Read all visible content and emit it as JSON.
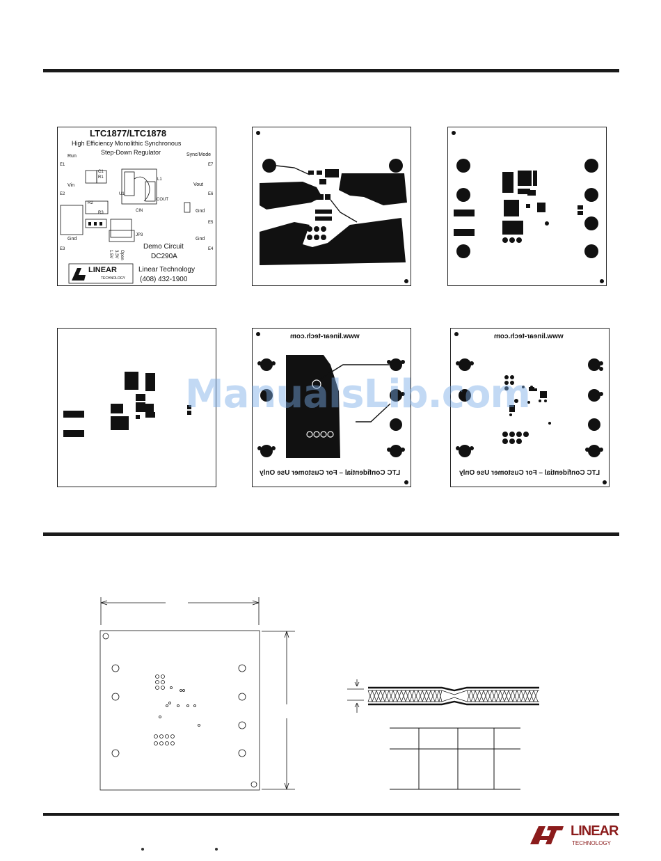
{
  "assembly": {
    "title": "LTC1877/LTC1878",
    "subtitle_line1": "High Efficiency Monolithic Synchronous",
    "subtitle_line2": "Step-Down Regulator",
    "labels": {
      "run": "Run",
      "sync_mode": "Sync/Mode",
      "e1": "E1",
      "e7": "E7",
      "vin": "Vin",
      "vout": "Vout",
      "e2": "E2",
      "e6": "E6",
      "gnd_left": "Gnd",
      "gnd_right1": "Gnd",
      "gnd_right2": "Gnd",
      "e3": "E3",
      "e4": "E4",
      "e5": "E5",
      "c1": "C1",
      "r1": "R1",
      "r2": "R2",
      "r3": "R3",
      "u1": "U1",
      "l1": "L1",
      "cout": "COUT",
      "cin": "CIN",
      "jp3": "JP3",
      "open": "Open",
      "v33": "3.3V",
      "v15": "1.5V",
      "demo_circuit": "Demo Circuit",
      "demo_id": "DC290A",
      "company": "Linear Technology",
      "phone": "(408) 432-1900",
      "logo_big": "LINEAR",
      "logo_small": "TECHNOLOGY"
    }
  },
  "bottom_layers": {
    "url": "www.linear-tech.com",
    "confidential": "LTC Confidential – For Customer Use Only"
  },
  "watermark": "ManualsLib.com",
  "footer": {
    "logo_big": "LINEAR",
    "logo_small": "TECHNOLOGY"
  },
  "colors": {
    "rule": "#1a1a1a",
    "copper": "#111111",
    "logo": "#8b1c1c",
    "watermark": "#78aae6"
  }
}
